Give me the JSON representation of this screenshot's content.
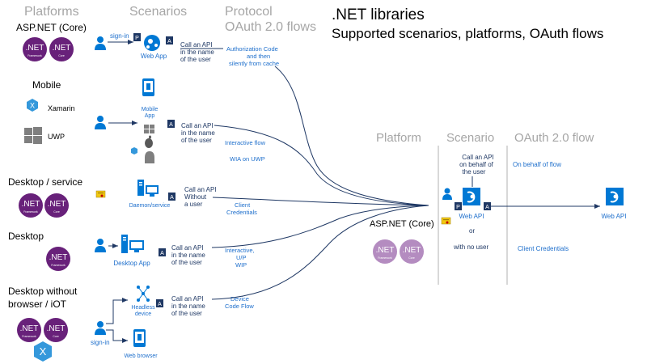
{
  "title": ".NET libraries",
  "subtitle": "Supported scenarios, platforms, OAuth flows",
  "headers": {
    "platforms": "Platforms",
    "scenarios": "Scenarios",
    "protocol_line1": "Protocol",
    "protocol_line2": "OAuth 2.0 flows",
    "platform": "Platform",
    "scenario": "Scenario",
    "oauth_flow": "OAuth 2.0 flow"
  },
  "badges": {
    "net": ".NET",
    "framework": "Framework",
    "core": "Core",
    "p": "P",
    "a": "A"
  },
  "platform_labels": {
    "aspnet_core": "ASP.NET (Core)",
    "mobile": "Mobile",
    "xamarin": "Xamarin",
    "uwp": "UWP",
    "desktop_service": "Desktop / service",
    "desktop": "Desktop",
    "desktop_iot_line1": "Desktop without",
    "desktop_iot_line2": "browser / iOT"
  },
  "app_labels": {
    "web_app": "Web App",
    "mobile_line1": "Mobile",
    "mobile_line2": "App",
    "daemon": "Daemon/service",
    "desktop_app": "Desktop App",
    "headless_line1": "Headless",
    "headless_line2": "device",
    "web_browser": "Web browser",
    "web_api": "Web API"
  },
  "sign_in": "sign-in",
  "scenario_text": {
    "webapp": [
      "Call an API",
      "in the name",
      "of the user"
    ],
    "mobile": [
      "Call an API",
      "in the name",
      "of the user"
    ],
    "daemon": [
      "Call an API",
      "Without",
      "a user"
    ],
    "desktop": [
      "Call an API",
      "in the name",
      "of the user"
    ],
    "iot": [
      "Call an API",
      "in the name",
      "of the user"
    ],
    "right": [
      "Call an API",
      "on behalf of",
      "the user"
    ]
  },
  "flow_text": {
    "auth_code": [
      "Authorization Code",
      "and then",
      "silently from cache"
    ],
    "interactive": "Interactive flow",
    "wia": "WIA on UWP",
    "client_creds": [
      "Client",
      "Credentials"
    ],
    "desktop": [
      "Interactive,",
      "U/P",
      "WIP"
    ],
    "device_code": [
      "Device",
      "Code Flow"
    ]
  },
  "right_text": {
    "aspnet_core": "ASP.NET (Core)",
    "or": "or",
    "no_user": "with no user",
    "obo": "On behalf of flow",
    "client_creds": "Client Credentials"
  },
  "colors": {
    "purple": "#68217a",
    "blue": "#0078d4",
    "link": "#1e6fcc",
    "navy": "#1f3864",
    "gray": "#a6a6a6",
    "text": "#000000"
  }
}
